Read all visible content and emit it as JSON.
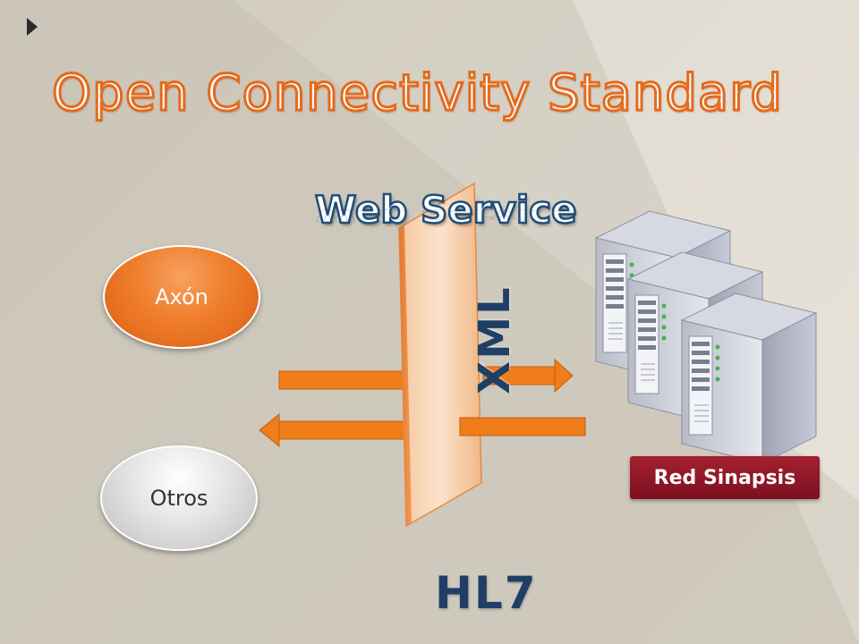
{
  "slide": {
    "title": "Open Connectivity Standard",
    "web_service_label": "Web Service",
    "xml_label": "XML",
    "hl7_label": "HL7"
  },
  "nodes": {
    "axon": "Axón",
    "otros": "Otros",
    "red_sinapsis": "Red Sinapsis"
  },
  "icons": {
    "bullet": "bullet-arrow-icon",
    "server": "server-tower-icon",
    "arrow": "arrow-icon"
  },
  "colors": {
    "title_stroke": "#e36b1e",
    "accent_blue": "#1f4e79",
    "arrow_fill": "#ef7d1a",
    "badge": "#8e1a2a"
  }
}
